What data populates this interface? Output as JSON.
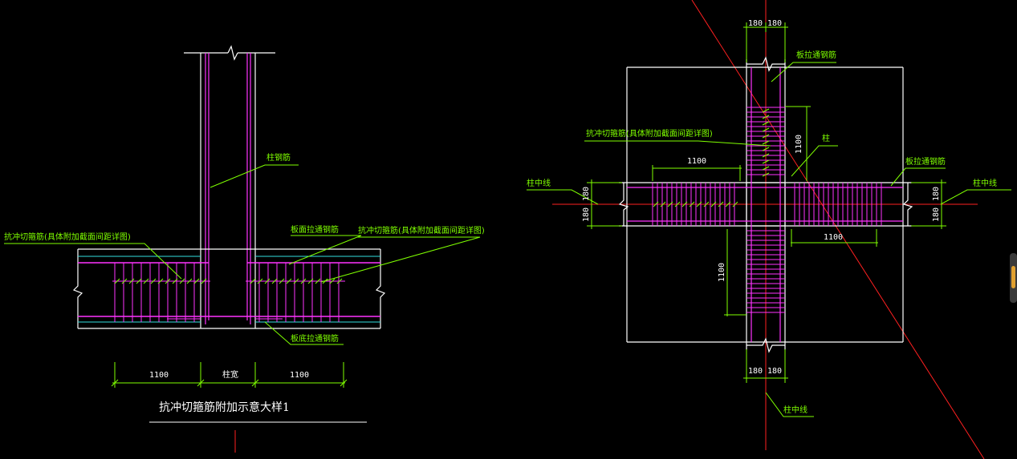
{
  "colors": {
    "magenta": "#ff33ff",
    "green": "#7fff00",
    "white": "#ffffff",
    "cyan": "#33e0e0",
    "red": "#ff2020"
  },
  "left": {
    "label_col_rebar": "柱钢筋",
    "label_punch_left": "抗冲切箍筋(具体附加截面间距详图)",
    "label_top_rebar": "板面拉通钢筋",
    "label_punch_right": "抗冲切箍筋(具体附加截面间距详图)",
    "label_bottom_rebar": "板底拉通钢筋",
    "dim_left": "1100",
    "dim_mid": "柱宽",
    "dim_right": "1100",
    "title": "抗冲切箍筋附加示意大样1"
  },
  "right": {
    "dim_top_a": "180",
    "dim_top_b": "180",
    "label_through_top": "板拉通钢筋",
    "label_punch": "抗冲切箍筋(具体附加截面间距详图)",
    "dim_v_top": "1100",
    "label_column": "柱",
    "dim_h_left": "1100",
    "label_through_right": "板拉通钢筋",
    "label_axis_left": "柱中线",
    "label_axis_right": "柱中线",
    "dim_left_a": "180",
    "dim_left_b": "180",
    "dim_right_a": "180",
    "dim_right_b": "180",
    "dim_h_right": "1100",
    "dim_v_bottom": "1100",
    "dim_bot_a": "180",
    "dim_bot_b": "180",
    "label_axis_bottom": "柱中线"
  }
}
